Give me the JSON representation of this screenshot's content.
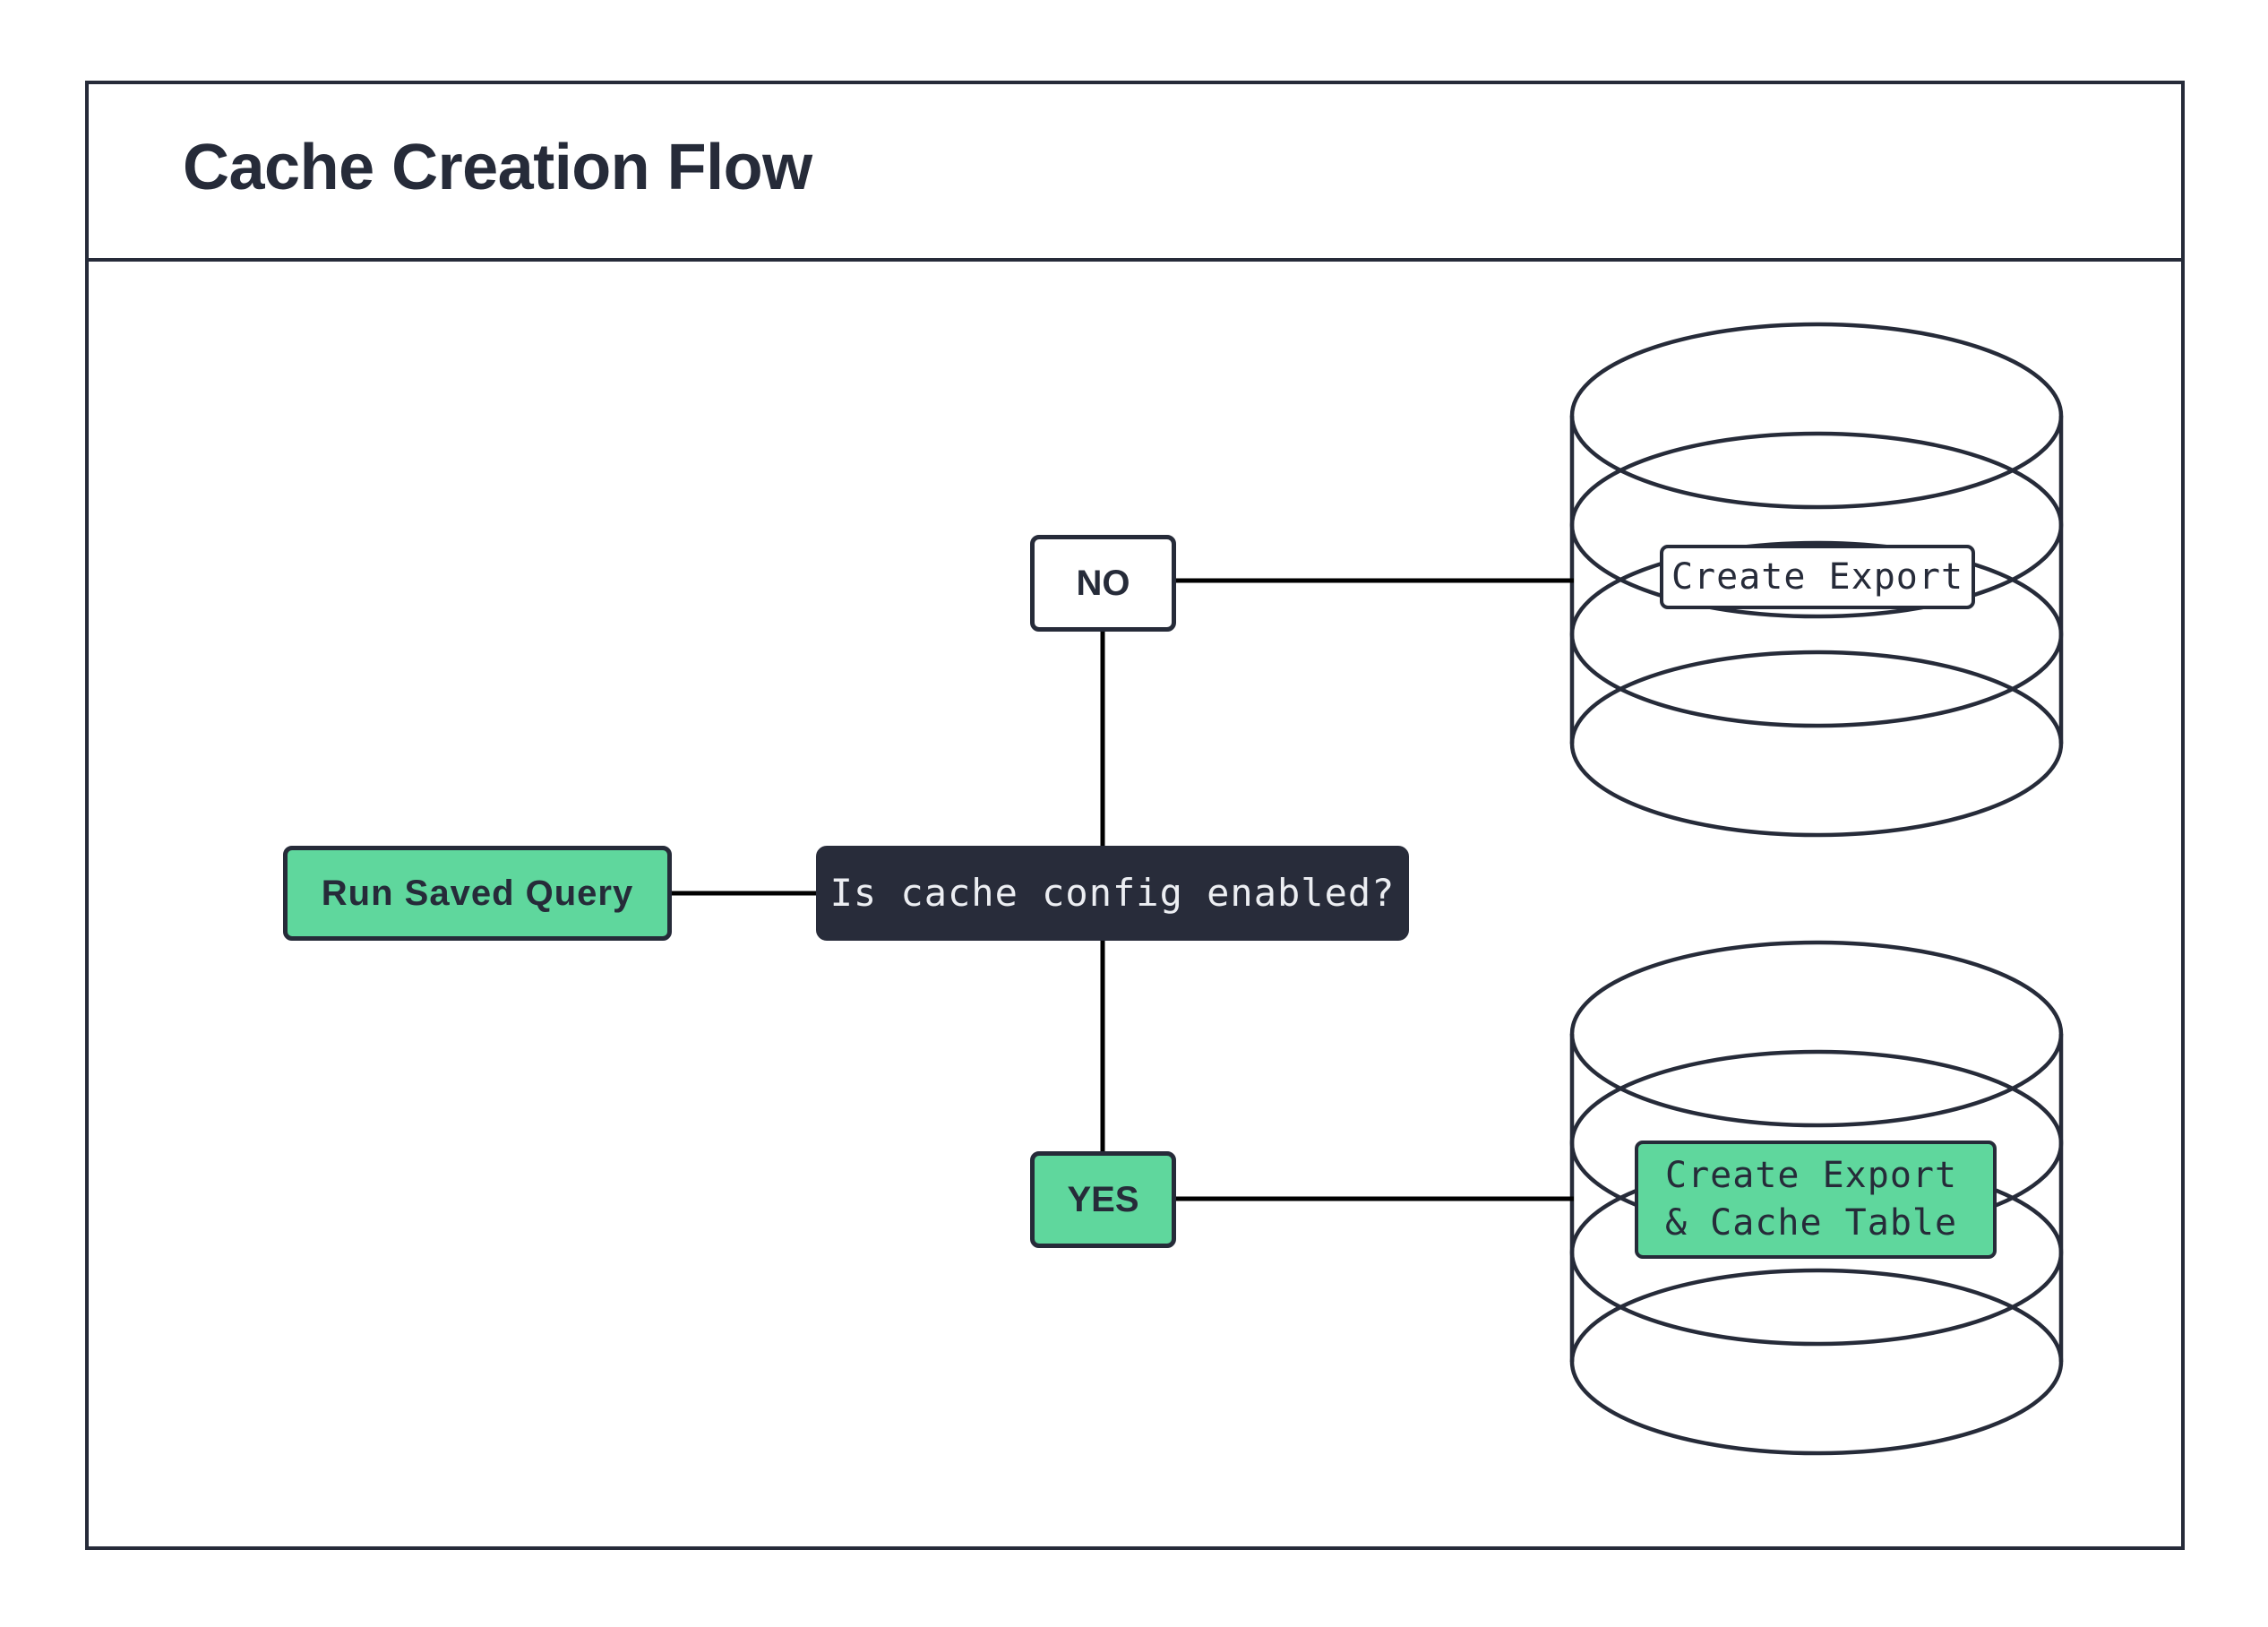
{
  "diagram": {
    "title": "Cache Creation Flow",
    "type": "flowchart",
    "colors": {
      "accent_green": "#5fd79d",
      "dark_navy": "#262b39",
      "decision_fill": "#282c3a",
      "decision_text": "#eceef2",
      "white": "#ffffff",
      "connector": "#000000"
    },
    "nodes": [
      {
        "id": "run-saved-query",
        "label": "Run Saved Query",
        "shape": "rounded-rect",
        "fill": "green"
      },
      {
        "id": "decision",
        "label": "Is cache config enabled?",
        "shape": "rounded-rect",
        "fill": "dark"
      },
      {
        "id": "no",
        "label": "NO",
        "shape": "rounded-rect",
        "fill": "white"
      },
      {
        "id": "yes",
        "label": "YES",
        "shape": "rounded-rect",
        "fill": "green"
      },
      {
        "id": "db-top",
        "label": "Create Export",
        "shape": "database-cylinder",
        "fill": "white"
      },
      {
        "id": "db-bottom",
        "label_line1": "Create Export",
        "label_line2": "& Cache Table",
        "shape": "database-cylinder",
        "fill": "green"
      }
    ],
    "edges": [
      {
        "from": "run-saved-query",
        "to": "decision",
        "label": ""
      },
      {
        "from": "decision",
        "to": "no",
        "label": ""
      },
      {
        "from": "no",
        "to": "db-top",
        "label": ""
      },
      {
        "from": "decision",
        "to": "yes",
        "label": ""
      },
      {
        "from": "yes",
        "to": "db-bottom",
        "label": ""
      }
    ]
  }
}
